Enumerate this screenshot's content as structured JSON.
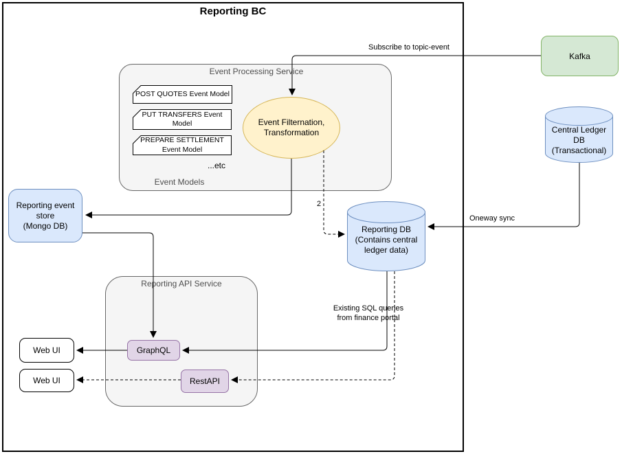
{
  "title": "Reporting BC",
  "event_processing": {
    "label": "Event Processing Service",
    "cards": [
      {
        "label": "POST QUOTES Event Model"
      },
      {
        "label": "PUT TRANSFERS Event\nModel"
      },
      {
        "label": "PREPARE SETTLEMENT\nEvent Model"
      }
    ],
    "etc_label": "...etc",
    "group_label": "Event Models",
    "filter_ellipse_label": "Event Filternation,\nTransformation"
  },
  "reporting_api": {
    "label": "Reporting API Service",
    "graphql_label": "GraphQL",
    "restapi_label": "RestAPI"
  },
  "nodes": {
    "kafka": "Kafka",
    "central_ledger_db": "Central Ledger\nDB\n(Transactional)",
    "reporting_db": "Reporting DB\n(Contains central\nledger data)",
    "event_store": "Reporting event\nstore\n(Mongo DB)",
    "web_ui_top": "Web UI",
    "web_ui_bottom": "Web UI"
  },
  "edges": {
    "subscribe_label": "Subscribe to topic-event",
    "oneway_label": "Oneway sync",
    "step_label": "2",
    "sql_label": "Existing SQL queries\nfrom finance portal"
  },
  "colors": {
    "kafka_fill": "#d5e8d4",
    "kafka_stroke": "#82b366",
    "db_fill": "#dae8fc",
    "db_stroke": "#6c8ebf",
    "ellipse_fill": "#fff2cc",
    "ellipse_stroke": "#d6b656",
    "api_fill": "#e1d5e7",
    "api_stroke": "#9673a6",
    "container_fill": "#f5f5f5",
    "container_stroke": "#666666",
    "edge_color": "#000000"
  }
}
